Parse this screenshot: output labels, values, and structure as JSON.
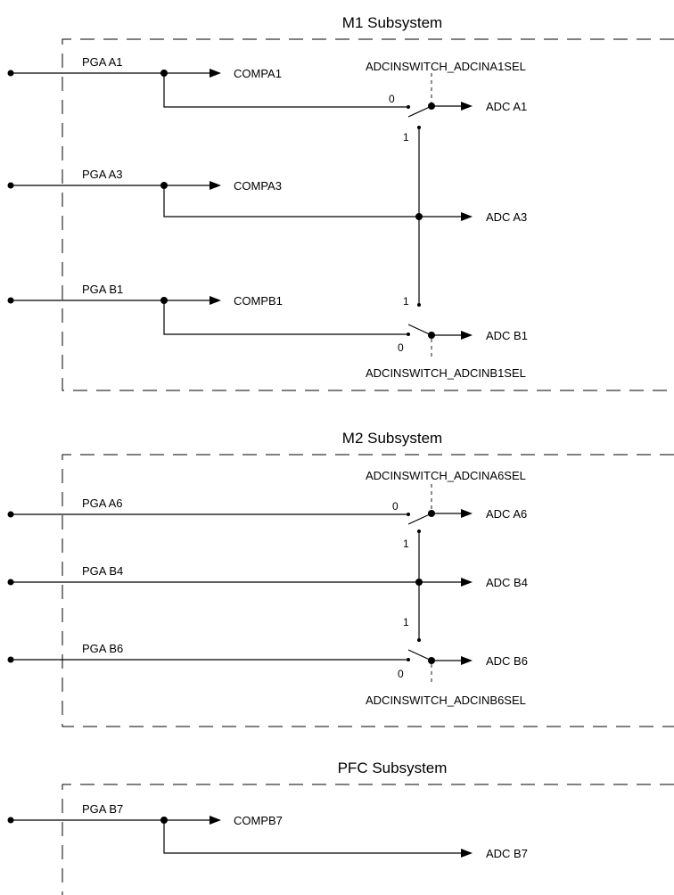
{
  "subsystems": {
    "m1": {
      "title": "M1 Subsystem",
      "inputs": {
        "pga_a1": "PGA A1",
        "pga_a3": "PGA A3",
        "pga_b1": "PGA B1"
      },
      "comparators": {
        "compa1": "COMPA1",
        "compa3": "COMPA3",
        "compb1": "COMPB1"
      },
      "adc": {
        "a1": "ADC A1",
        "a3": "ADC A3",
        "b1": "ADC B1"
      },
      "switches": {
        "top": {
          "select_label": "ADCINSWITCH_ADCINA1SEL",
          "pos0": "0",
          "pos1": "1"
        },
        "bottom": {
          "select_label": "ADCINSWITCH_ADCINB1SEL",
          "pos0": "0",
          "pos1": "1"
        }
      }
    },
    "m2": {
      "title": "M2 Subsystem",
      "inputs": {
        "pga_a6": "PGA A6",
        "pga_b4": "PGA B4",
        "pga_b6": "PGA B6"
      },
      "adc": {
        "a6": "ADC A6",
        "b4": "ADC B4",
        "b6": "ADC B6"
      },
      "switches": {
        "top": {
          "select_label": "ADCINSWITCH_ADCINA6SEL",
          "pos0": "0",
          "pos1": "1"
        },
        "bottom": {
          "select_label": "ADCINSWITCH_ADCINB6SEL",
          "pos0": "0",
          "pos1": "1"
        }
      }
    },
    "pfc": {
      "title": "PFC Subsystem",
      "inputs": {
        "pga_b7": "PGA B7"
      },
      "comparators": {
        "compb7": "COMPB7"
      },
      "adc": {
        "b7": "ADC B7"
      }
    }
  }
}
